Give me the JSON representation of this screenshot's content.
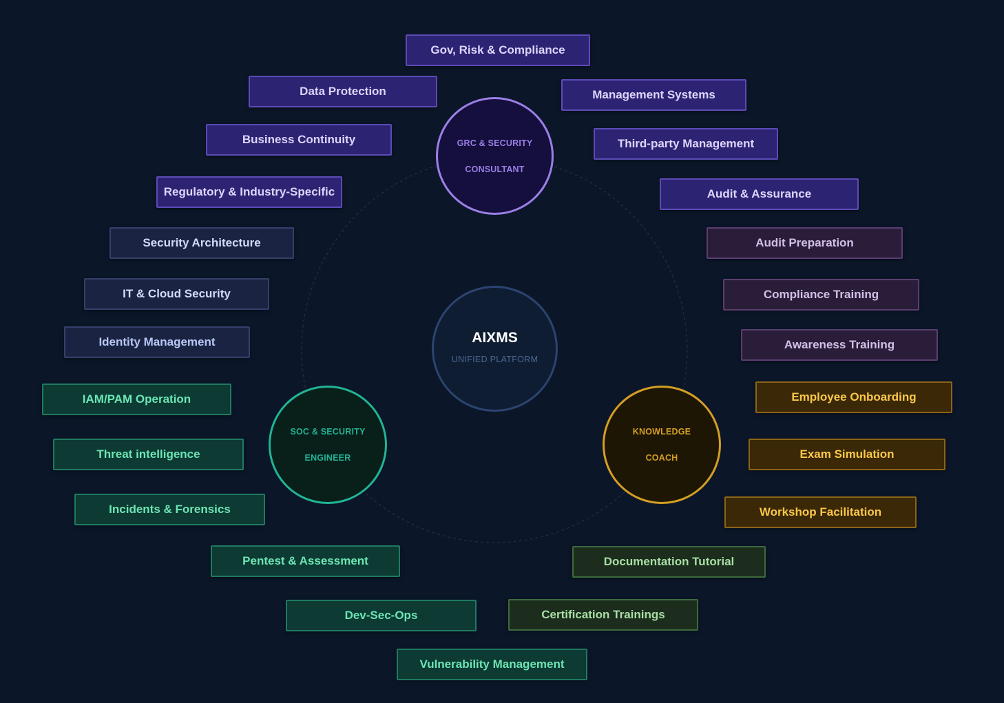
{
  "center": {
    "title": "AIXMS",
    "subtitle": "UNIFIED PLATFORM"
  },
  "roles": {
    "grc": {
      "line1": "GRC & SECURITY",
      "line2": "CONSULTANT",
      "color": "#9b7fe6",
      "fill": "#150f3e"
    },
    "soc": {
      "line1": "SOC & SECURITY",
      "line2": "ENGINEER",
      "color": "#22b394",
      "fill": "#081f1a"
    },
    "coach": {
      "line1": "KNOWLEDGE",
      "line2": "COACH",
      "color": "#d49e24",
      "fill": "#1e1604"
    }
  },
  "chips": {
    "gov_risk": "Gov, Risk & Compliance",
    "data_protection": "Data Protection",
    "management_systems": "Management Systems",
    "business_continuity": "Business Continuity",
    "third_party": "Third-party Management",
    "regulatory": "Regulatory & Industry-Specific",
    "audit_assurance": "Audit & Assurance",
    "security_architecture": "Security Architecture",
    "audit_preparation": "Audit Preparation",
    "it_cloud": "IT & Cloud Security",
    "compliance_training": "Compliance Training",
    "identity_management": "Identity Management",
    "awareness_training": "Awareness Training",
    "iam_pam": "IAM/PAM Operation",
    "employee_onboarding": "Employee Onboarding",
    "threat_intel": "Threat intelligence",
    "exam_simulation": "Exam Simulation",
    "incidents": "Incidents & Forensics",
    "workshop": "Workshop Facilitation",
    "pentest": "Pentest & Assessment",
    "documentation": "Documentation Tutorial",
    "devsecops": "Dev-Sec-Ops",
    "certification": "Certification Trainings",
    "vulnerability": "Vulnerability Management"
  }
}
